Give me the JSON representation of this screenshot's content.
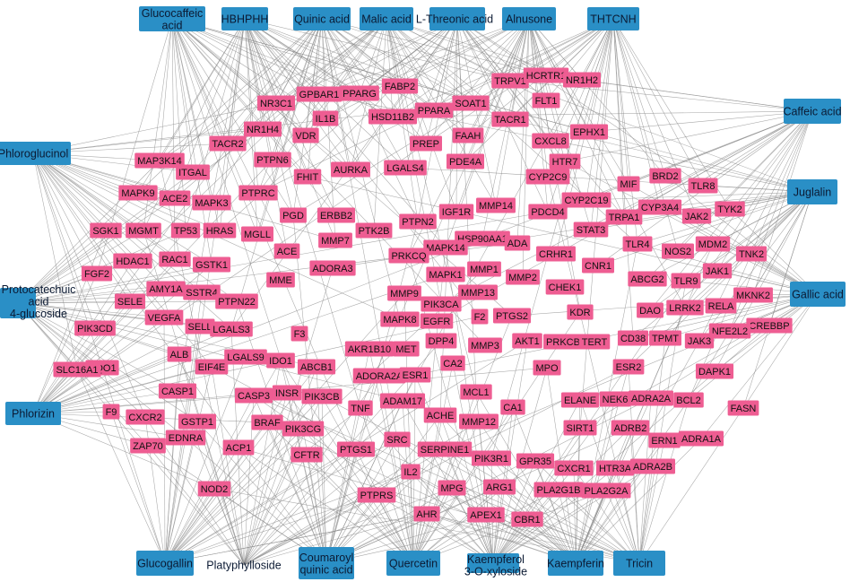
{
  "compounds": [
    {
      "id": "gluco",
      "lines": [
        "Glucocaffeic",
        "acid"
      ]
    },
    {
      "id": "hbh",
      "lines": [
        "HBHPHH"
      ]
    },
    {
      "id": "quinic",
      "lines": [
        "Quinic acid"
      ]
    },
    {
      "id": "malic",
      "lines": [
        "Malic acid"
      ]
    },
    {
      "id": "threonic",
      "lines": [
        "L-Threonic acid"
      ]
    },
    {
      "id": "alnusone",
      "lines": [
        "Alnusone"
      ]
    },
    {
      "id": "thtcnh",
      "lines": [
        "THTCNH"
      ]
    },
    {
      "id": "caffeic",
      "lines": [
        "Caffeic acid"
      ]
    },
    {
      "id": "juglalin",
      "lines": [
        "Juglalin"
      ]
    },
    {
      "id": "gallic",
      "lines": [
        "Gallic acid"
      ]
    },
    {
      "id": "phloroglucinol",
      "lines": [
        "Phloroglucinol"
      ]
    },
    {
      "id": "protocatechuic",
      "lines": [
        "Protocatechuic",
        "acid",
        "4-glucoside"
      ]
    },
    {
      "id": "phlorizin",
      "lines": [
        "Phlorizin"
      ]
    },
    {
      "id": "glucogallin",
      "lines": [
        "Glucogallin"
      ]
    },
    {
      "id": "platyphylloside",
      "lines": [
        "Platyphylloside"
      ]
    },
    {
      "id": "coumaroyl",
      "lines": [
        "Coumaroyl",
        "quinic acid"
      ]
    },
    {
      "id": "quercetin",
      "lines": [
        "Quercetin"
      ]
    },
    {
      "id": "kaempferol3",
      "lines": [
        "Kaempferol",
        "3-O-xyloside"
      ]
    },
    {
      "id": "kaempferin",
      "lines": [
        "Kaempferin"
      ]
    },
    {
      "id": "tricin",
      "lines": [
        "Tricin"
      ]
    }
  ],
  "targets": [
    "TRPV1",
    "HCRTR1",
    "NR1H2",
    "FLT1",
    "FABP2",
    "PPARG",
    "GPBAR1",
    "NR3C1",
    "PPARA",
    "SOAT1",
    "HSD11B2",
    "IL1B",
    "VDR",
    "TACR1",
    "NR1H4",
    "EPHX1",
    "CXCL8",
    "FAAH",
    "PREP",
    "PDE4A",
    "LGALS4",
    "AURKA",
    "TACR2",
    "PTPN6",
    "MAP3K14",
    "ITGAL",
    "FHIT",
    "HTR7",
    "CYP2C9",
    "MIF",
    "BRD2",
    "TLR8",
    "MAPK9",
    "ACE2",
    "MAPK3",
    "PTPRC",
    "CYP2C19",
    "CYP3A4",
    "TRPA1",
    "JAK2",
    "TYK2",
    "SGK1",
    "MGMT",
    "TP53",
    "HRAS",
    "MGLL",
    "PGD",
    "ERBB2",
    "PTPN2",
    "IGF1R",
    "MMP14",
    "PDCD4",
    "STAT3",
    "HSP90AA1",
    "PTK2B",
    "MMP7",
    "ACE",
    "MAPK14",
    "ADA",
    "PRKCQ",
    "CRHR1",
    "TLR4",
    "NOS2",
    "MDM2",
    "HDAC1",
    "RAC1",
    "GSTK1",
    "FGF2",
    "ADORA3",
    "MME",
    "MAPK1",
    "MMP1",
    "CNR1",
    "TNK2",
    "JAK1",
    "AMY1A",
    "SSTR4",
    "SELE",
    "PTPN22",
    "MMP9",
    "MMP13",
    "MMP2",
    "CHEK1",
    "ABCG2",
    "TLR9",
    "MKNK2",
    "VEGFA",
    "PIK3CA",
    "DAO",
    "LRRK2",
    "RELA",
    "PIK3CD",
    "SELL",
    "LGALS3",
    "MAPK8",
    "EGFR",
    "F2",
    "PTGS2",
    "KDR",
    "CREBBP",
    "F3",
    "TPMT",
    "NFE2L2",
    "ALB",
    "AKR1B10",
    "MET",
    "DPP4",
    "MMP3",
    "AKT1",
    "PRKCB",
    "TERT",
    "CD38",
    "JAK3",
    "NQO1",
    "LGALS9",
    "IDO1",
    "ABCB1",
    "ESR2",
    "DAPK1",
    "SLC16A1",
    "EIF4E",
    "ADORA2A",
    "ESR1",
    "CA2",
    "MPO",
    "CASP1",
    "CASP3",
    "INSR",
    "PIK3CB",
    "MCL1",
    "CA1",
    "NEK6",
    "ADRA2A",
    "BCL2",
    "FASN",
    "F9",
    "CXCR2",
    "ADAM17",
    "TNF",
    "ACHE",
    "ELANE",
    "MMP12",
    "SIRT1",
    "GSTP1",
    "BRAF",
    "ADRB2",
    "ADRA1A",
    "ZAP70",
    "EDNRA",
    "PIK3CG",
    "ACP1",
    "SRC",
    "ERN1",
    "SERPINE1",
    "PTGS1",
    "CFTR",
    "PIK3R1",
    "GPR35",
    "CXCR1",
    "HTR3A",
    "ADRA2B",
    "IL2",
    "NOD2",
    "ARG1",
    "PLA2G1B",
    "PLA2G2A",
    "PTPRS",
    "MPG",
    "AHR",
    "APEX1",
    "CBR1"
  ]
}
